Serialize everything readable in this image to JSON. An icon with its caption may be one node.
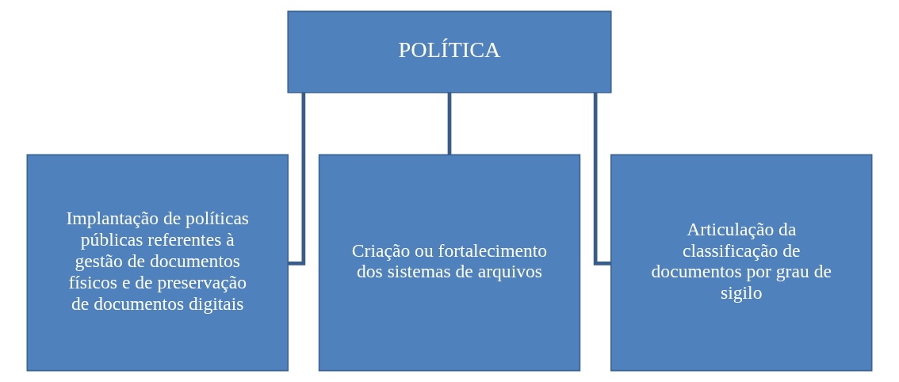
{
  "diagram": {
    "nodes": [
      {
        "text": [
          "POLÍTICA"
        ]
      },
      {
        "text": [
          "Implantação de políticas públicas referentes à gestão de documentos físicos e de preservação de documentos digitais"
        ]
      },
      {
        "text": [
          "Criação ou fortalecimento dos sistemas de arquivos"
        ]
      },
      {
        "text": [
          "Articulação da classificação de documentos por grau de sigilo"
        ]
      }
    ],
    "edges": [
      {
        "from": 0,
        "to": 1,
        "arrow": "none"
      },
      {
        "from": 0,
        "to": 2,
        "arrow": "none"
      },
      {
        "from": 0,
        "to": 3,
        "arrow": "none"
      }
    ]
  }
}
